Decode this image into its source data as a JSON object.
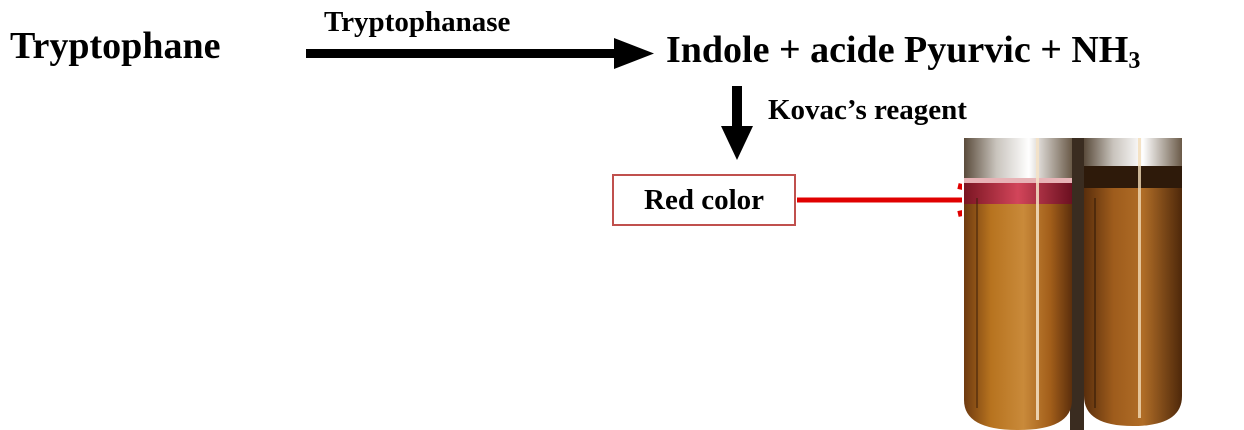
{
  "reaction": {
    "substrate": "Tryptophane",
    "enzyme": "Tryptophanase",
    "products_main": "Indole + acide Pyurvic + NH",
    "products_subscript": "3",
    "reagent": "Kovac’s reagent",
    "result": "Red color"
  },
  "photo": {
    "subject": "two-test-tubes-indole-test",
    "positive_ring_color": "#b0283a"
  },
  "colors": {
    "arrow": "#000000",
    "pointer_arrow": "#e00000",
    "box_border": "#c0504d",
    "broth": "#a8651e"
  }
}
